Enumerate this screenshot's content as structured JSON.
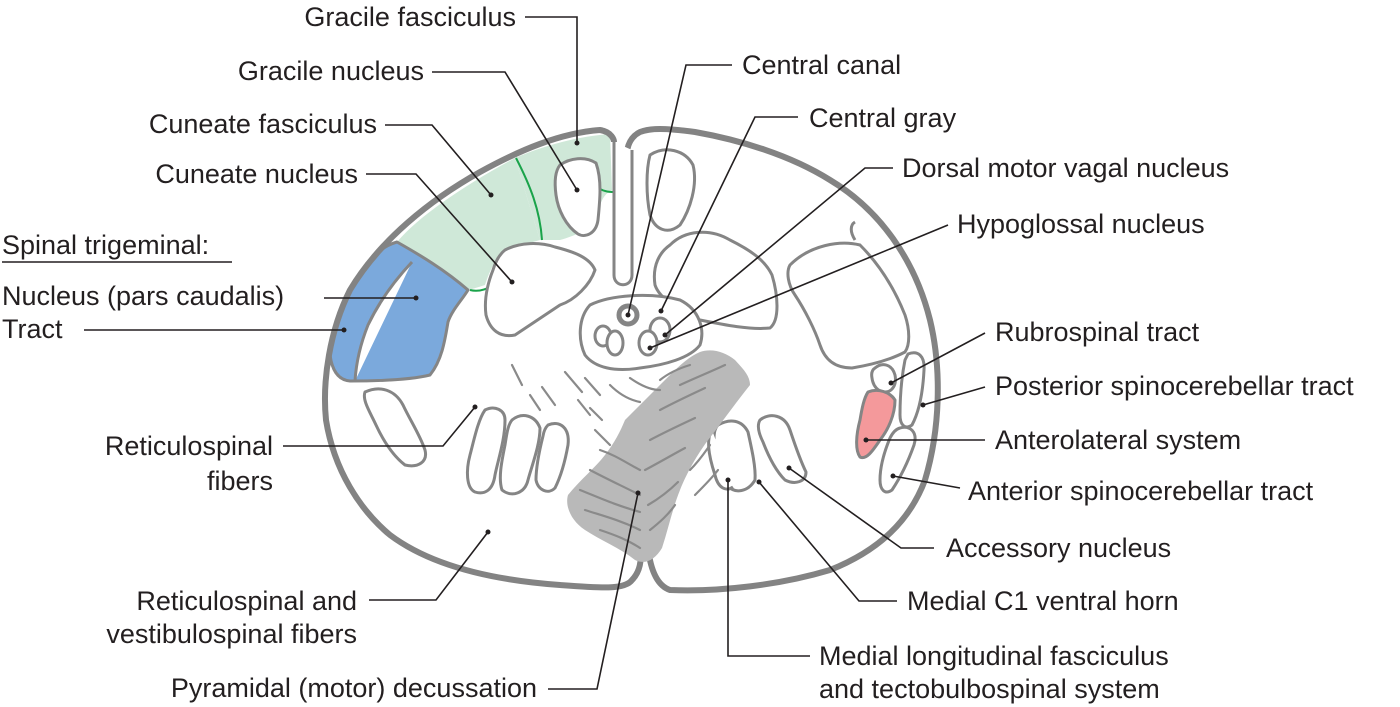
{
  "figure": {
    "subject": "Cross-section of caudal medulla / spinal cord junction",
    "colors": {
      "dorsal_column": "#cfe8d8",
      "dorsal_column_border": "#1aa34a",
      "spinal_trigeminal": "#7ba9dc",
      "anterolateral_system": "#f4999b",
      "pyramidal_decussation": "#b9b9b9",
      "outline": "#838383",
      "text": "#231f20"
    }
  },
  "labels": {
    "gracile_fasciculus": "Gracile fasciculus",
    "gracile_nucleus": "Gracile nucleus",
    "cuneate_fasciculus": "Cuneate fasciculus",
    "cuneate_nucleus": "Cuneate nucleus",
    "spinal_trigeminal_heading": "Spinal trigeminal:",
    "spinal_trigeminal_nucleus": "Nucleus (pars caudalis)",
    "spinal_trigeminal_tract": "Tract",
    "reticulospinal_fibers_line1": "Reticulospinal",
    "reticulospinal_fibers_line2": "fibers",
    "reticulo_vestibulospinal_line1": "Reticulospinal and",
    "reticulo_vestibulospinal_line2": "vestibulospinal fibers",
    "pyramidal_decussation": "Pyramidal (motor) decussation",
    "central_canal": "Central canal",
    "central_gray": "Central gray",
    "dorsal_motor_vagal_nucleus": "Dorsal motor vagal nucleus",
    "hypoglossal_nucleus": "Hypoglossal nucleus",
    "rubrospinal_tract": "Rubrospinal tract",
    "posterior_spinocerebellar_tract": "Posterior spinocerebellar tract",
    "anterolateral_system": "Anterolateral system",
    "anterior_spinocerebellar_tract": "Anterior spinocerebellar tract",
    "accessory_nucleus": "Accessory nucleus",
    "medial_c1_ventral_horn": "Medial C1 ventral horn",
    "mlf_line1": "Medial longitudinal fasciculus",
    "mlf_line2": "and tectobulbospinal system"
  }
}
